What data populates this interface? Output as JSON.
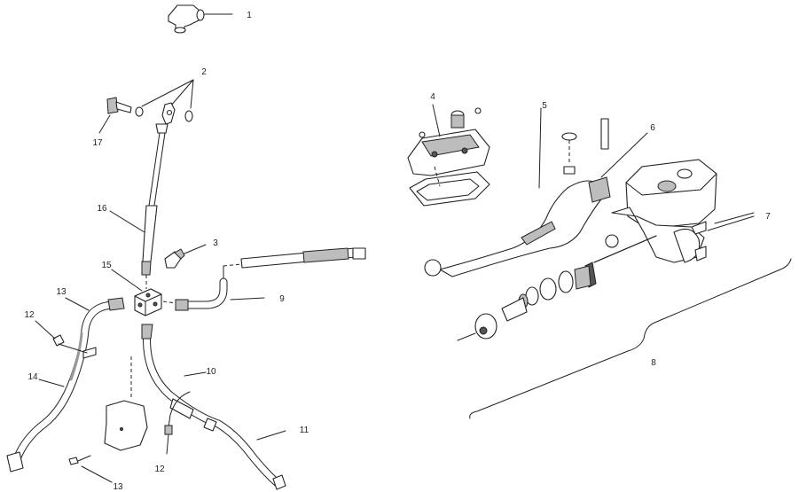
{
  "callouts": [
    {
      "id": "c1",
      "text": "1"
    },
    {
      "id": "c2",
      "text": "2"
    },
    {
      "id": "c3",
      "text": "3"
    },
    {
      "id": "c4",
      "text": "4"
    },
    {
      "id": "c5",
      "text": "5"
    },
    {
      "id": "c6",
      "text": "6"
    },
    {
      "id": "c7",
      "text": "7"
    },
    {
      "id": "c8",
      "text": "8"
    },
    {
      "id": "c9",
      "text": "9"
    },
    {
      "id": "c10",
      "text": "10"
    },
    {
      "id": "c11",
      "text": "11"
    },
    {
      "id": "c12a",
      "text": "12"
    },
    {
      "id": "c12b",
      "text": "12"
    },
    {
      "id": "c13a",
      "text": "13"
    },
    {
      "id": "c13b",
      "text": "13"
    },
    {
      "id": "c14",
      "text": "14"
    },
    {
      "id": "c15",
      "text": "15"
    },
    {
      "id": "c16",
      "text": "16"
    },
    {
      "id": "c17",
      "text": "17"
    }
  ]
}
